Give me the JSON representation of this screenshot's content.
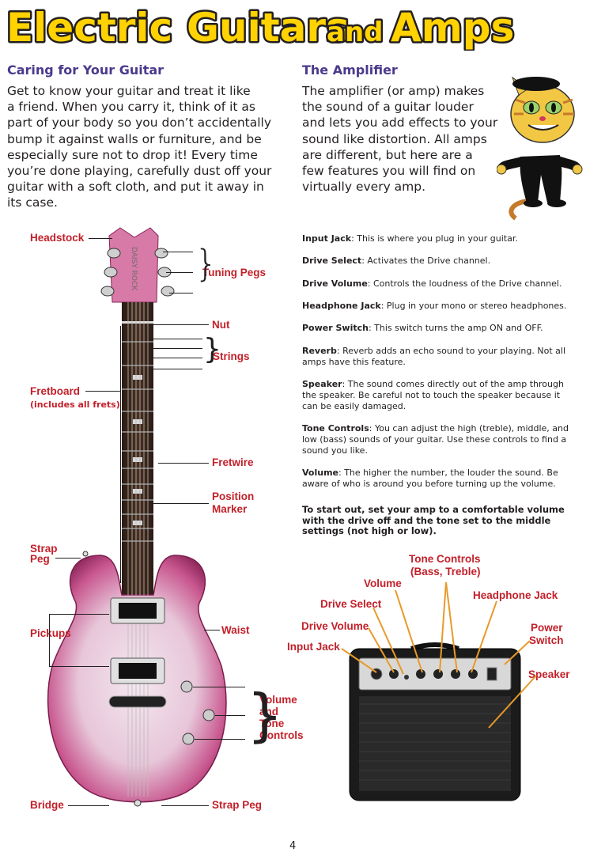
{
  "title": {
    "word1": "Electric",
    "word2": "Guitars",
    "word3": "and",
    "word4": "Amps"
  },
  "left": {
    "heading": "Caring for Your Guitar",
    "lines": [
      "Get to know your guitar and treat it like",
      "a friend. When you carry it, think of it as",
      "part of your body so you don’t accidentally",
      "bump it against walls or furniture, and be",
      "especially sure not to drop it! Every time",
      "you’re done playing, carefully dust off your",
      "guitar with a soft cloth, and put it away in",
      "its case."
    ]
  },
  "right": {
    "heading": "The Amplifier",
    "lines": [
      "The amplifier (or amp) makes",
      "the sound of a guitar louder",
      "and lets you add effects to your",
      "sound like distortion. All amps",
      "are different, but here are a",
      "few features you will find on",
      "virtually every amp."
    ]
  },
  "guitar_labels": {
    "headstock": "Headstock",
    "tuning_pegs": "Tuning Pegs",
    "nut": "Nut",
    "strings": "Strings",
    "fretboard": "Fretboard",
    "fretboard_note": "(includes all frets)",
    "fretwire": "Fretwire",
    "position": "Position",
    "marker": "Marker",
    "strap1": "Strap",
    "strap2": "Peg",
    "pickups": "Pickups",
    "waist": "Waist",
    "vtc1": "Volume",
    "vtc2": "and",
    "vtc3": "Tone",
    "vtc4": "Controls",
    "bridge": "Bridge",
    "strap_peg": "Strap Peg",
    "headstock_text": "DAISY ROCK"
  },
  "features": [
    {
      "term": "Input Jack",
      "desc": ": This is where you plug in your guitar."
    },
    {
      "term": "Drive Select",
      "desc": ": Activates the Drive channel."
    },
    {
      "term": "Drive Volume",
      "desc": ": Controls the loudness of the Drive channel."
    },
    {
      "term": "Headphone Jack",
      "desc": ": Plug in your mono or stereo headphones."
    },
    {
      "term": "Power Switch",
      "desc": ": This switch turns the amp ON and OFF."
    },
    {
      "term": "Reverb",
      "desc": ": Reverb adds an echo sound to your playing. Not all amps have this feature."
    },
    {
      "term": "Speaker",
      "desc": ": The sound comes directly out of the amp through the speaker. Be careful not to touch the speaker because it can be easily damaged."
    },
    {
      "term": "Tone Controls",
      "desc": ": You can adjust the high (treble), middle, and low (bass) sounds of your guitar. Use these controls to find a sound you like."
    },
    {
      "term": "Volume",
      "desc": ": The higher the number, the louder the sound. Be aware of who is around you before turning up the volume."
    }
  ],
  "tip": "To start out, set your amp to a comfortable volume with the drive off and the tone set to the middle settings (not high or low).",
  "amp_labels": {
    "tone1": "Tone Controls",
    "tone2": "(Bass, Treble)",
    "volume": "Volume",
    "headphone": "Headphone Jack",
    "drive_select": "Drive Select",
    "power1": "Power",
    "power2": "Switch",
    "drive_volume": "Drive Volume",
    "input_jack": "Input Jack",
    "speaker": "Speaker"
  },
  "page_number": "4",
  "colors": {
    "title_yellow": "#ffd200",
    "heading_purple": "#4b3a8c",
    "label_red": "#c3202a",
    "guitar_pink": "#c8578f"
  }
}
